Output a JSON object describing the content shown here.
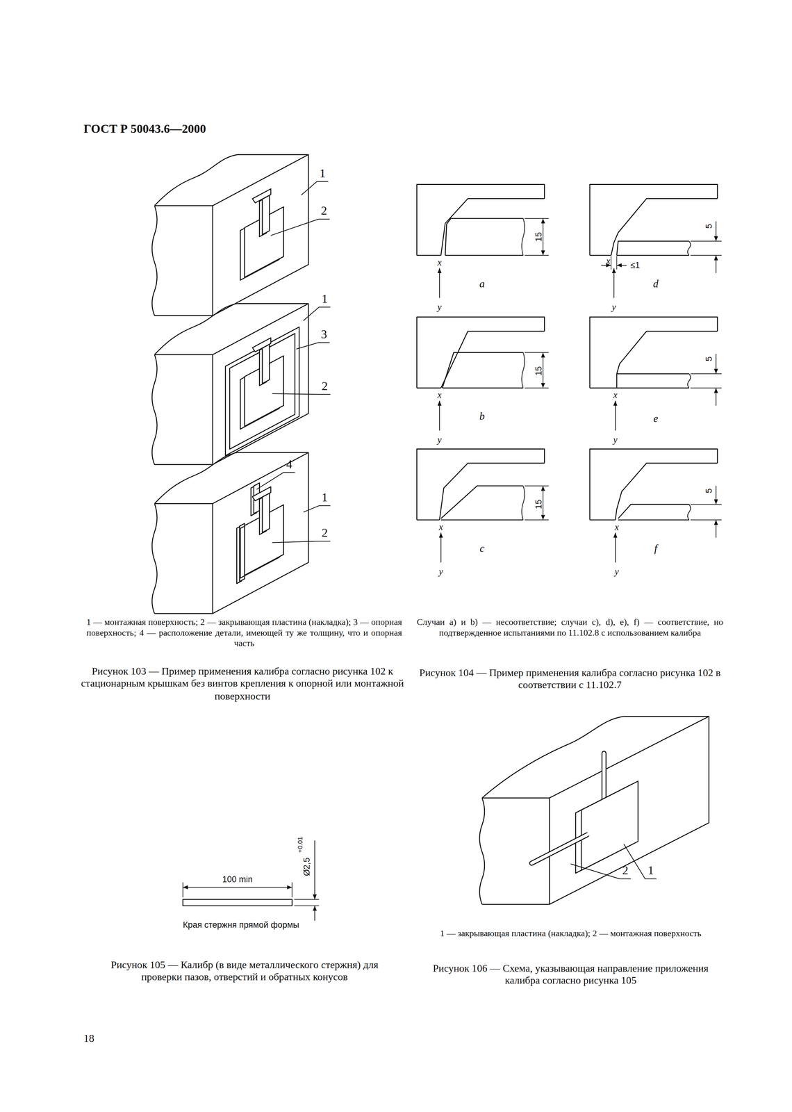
{
  "diagram": {
    "title": "ГОСТ Р 50043.6—2000",
    "labels": [
      "1",
      "2",
      "1",
      "3",
      "2",
      "4",
      "1",
      "2",
      "15",
      "x",
      "y",
      "a",
      "5",
      "x",
      "≤1",
      "y",
      "d",
      "15",
      "x",
      "y",
      "b",
      "5",
      "x",
      "y",
      "e",
      "15",
      "x",
      "y",
      "c",
      "5",
      "x",
      "y",
      "f",
      "1 — монтажная поверхность; 2 — закрывающая пластина (накладка); 3 — опорная поверхность; 4 — расположение детали, имеющей ту же толщину, что и опорная часть",
      "Рисунок 103 — Пример применения калибра согласно рисунка 102 к стационарным крышкам без винтов крепления к опорной или монтажной поверхности",
      "Случаи a) и b) — несоответствие; случаи c), d), e), f) — соответствие, но подтвержденное испытаниями по 11.102.8 с использованием калибра",
      "Рисунок 104 — Пример применения калибра согласно рисунка 102 в соответствии с 11.102.7",
      "100 min",
      "Ø2,5",
      "+0.01",
      "Края стержня прямой формы",
      "Рисунок 105 — Калибр (в виде металлического стержня) для проверки пазов, отверстий и обратных конусов",
      "1",
      "2",
      "1 — закрывающая пластина (накладка); 2 — монтажная поверхность",
      "Рисунок 106 — Схема, указывающая направление приложения калибра согласно рисунка 105",
      "18"
    ]
  }
}
